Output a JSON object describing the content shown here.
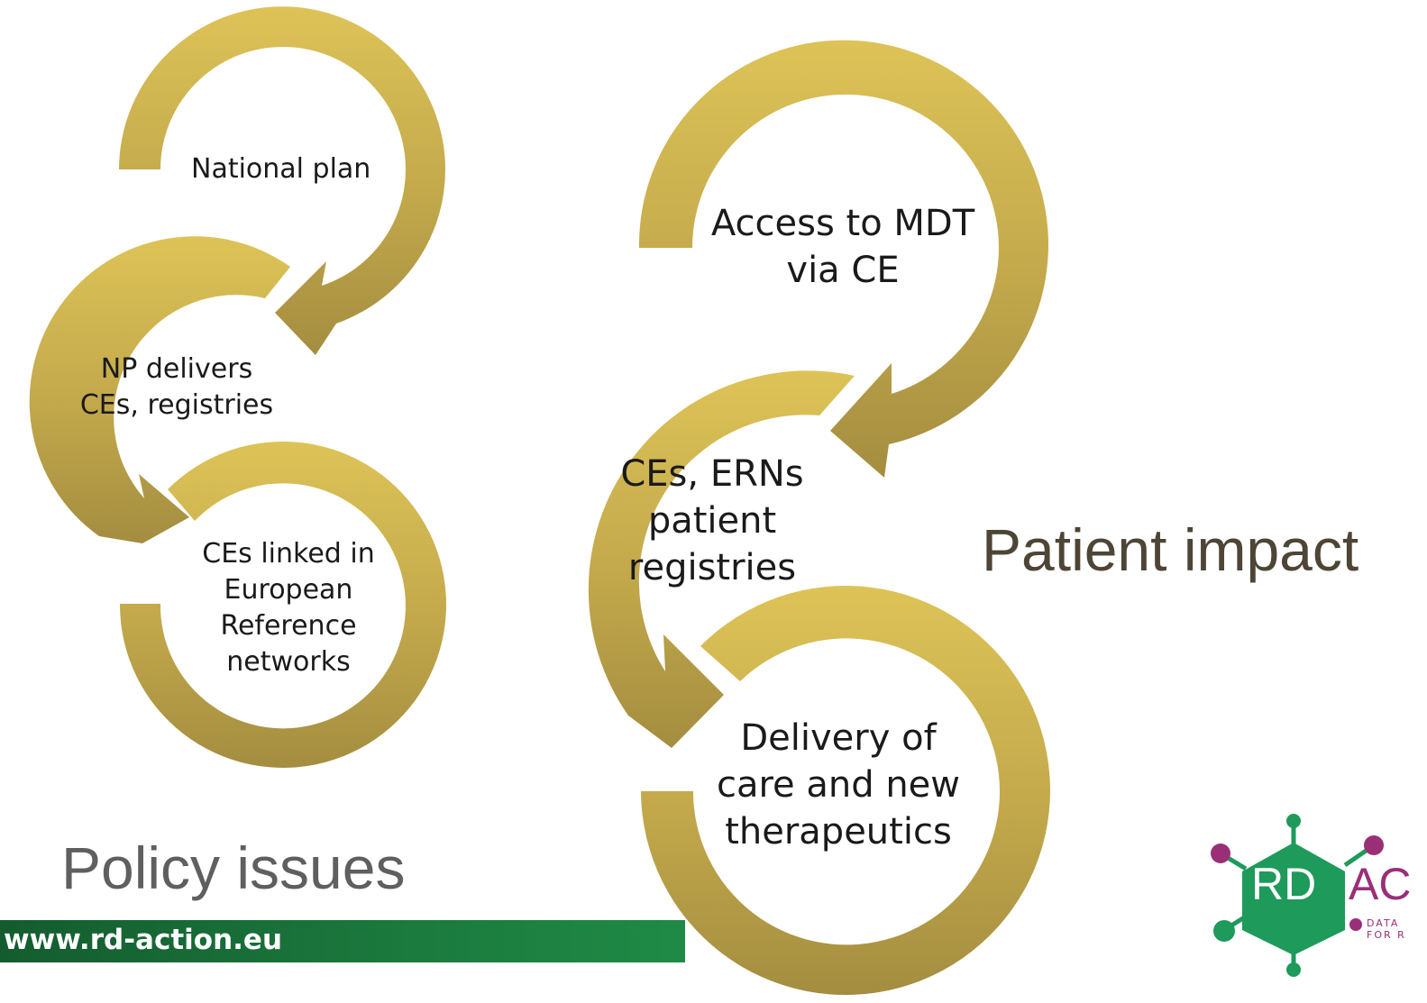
{
  "diagram": {
    "left_cycle": [
      {
        "id": "national-plan",
        "lines": [
          "National plan"
        ]
      },
      {
        "id": "np-delivers",
        "lines": [
          "NP delivers",
          "CEs, registries"
        ]
      },
      {
        "id": "ces-linked",
        "lines": [
          "CEs linked in",
          "European",
          "Reference",
          "networks"
        ]
      }
    ],
    "right_cycle": [
      {
        "id": "access-mdt",
        "lines": [
          "Access to MDT",
          "via CE"
        ]
      },
      {
        "id": "ces-erns",
        "lines": [
          "CEs, ERNs",
          "patient",
          "registries"
        ]
      },
      {
        "id": "delivery-care",
        "lines": [
          "Delivery of",
          "care and new",
          "therapeutics"
        ]
      }
    ],
    "colors": {
      "arc_light": "#d9be55",
      "arc_dark": "#a58e40"
    }
  },
  "headings": {
    "policy": "Policy issues",
    "impact": "Patient impact"
  },
  "footer": {
    "url": "www.rd-action.eu",
    "bar_color": "#1b7a3e"
  },
  "logo": {
    "rd": "RD",
    "ac": "AC",
    "sub1": "DATA",
    "sub2": "FOR R",
    "colors": {
      "green": "#1e9a5a",
      "magenta": "#9a2f78"
    }
  }
}
